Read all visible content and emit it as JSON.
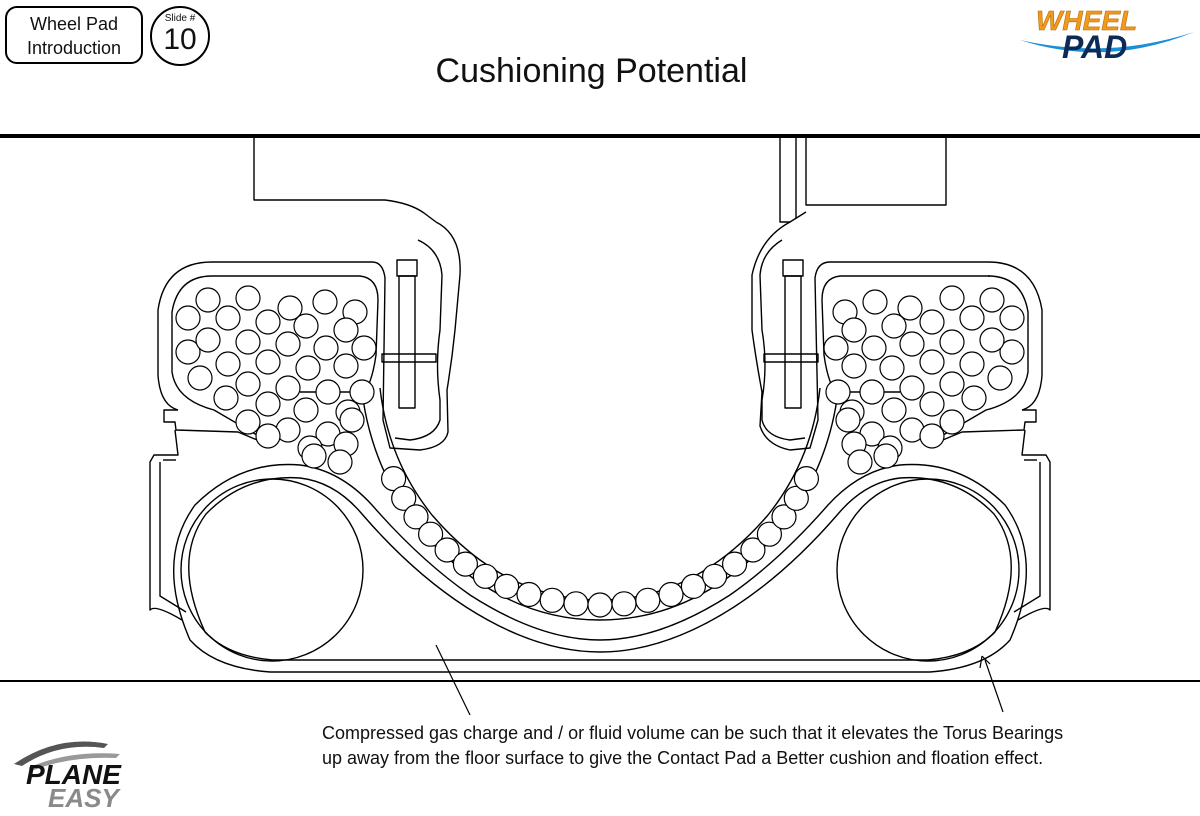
{
  "header": {
    "tag_line1": "Wheel Pad",
    "tag_line2": "Introduction",
    "slide_label": "Slide #",
    "slide_number": "10",
    "title": "Cushioning Potential"
  },
  "logos": {
    "top_right_line1": "WHEEL",
    "top_right_line2": "PAD",
    "bottom_left_line1": "PLANE",
    "bottom_left_line2": "EASY",
    "orange": "#f39a1e",
    "blue": "#1b8fd6",
    "grey": "#8a8a8a"
  },
  "caption": {
    "line1": "Compressed gas charge and / or fluid volume can be such that it elevates the Torus Bearings",
    "line2": "up away from the floor surface to give the Contact Pad a Better cushion and floation effect."
  }
}
